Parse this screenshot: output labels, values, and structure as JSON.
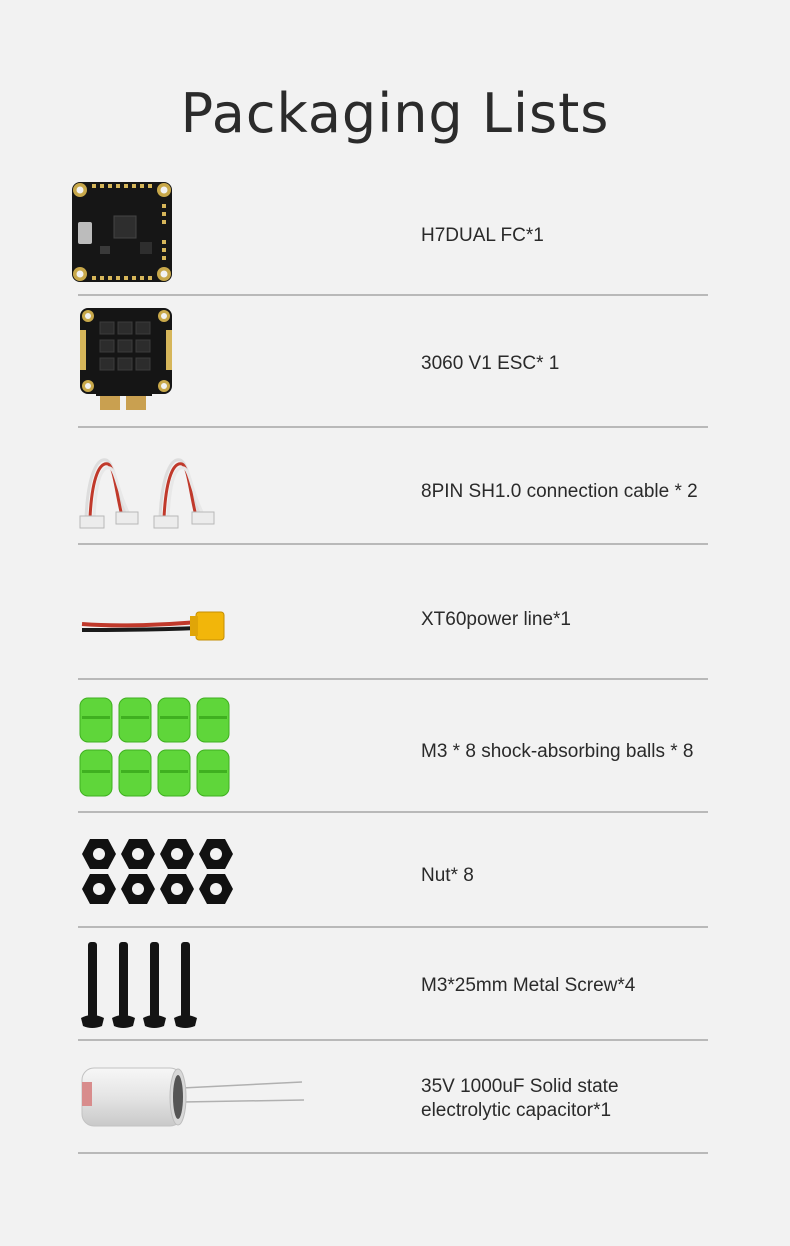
{
  "page": {
    "title": "Packaging Lists"
  },
  "items": [
    {
      "label": "H7DUAL FC*1",
      "icon": "flight-controller-board-icon"
    },
    {
      "label": "3060 V1 ESC* 1",
      "icon": "esc-board-icon"
    },
    {
      "label": "8PIN SH1.0 connection cable * 2",
      "icon": "cable-icon"
    },
    {
      "label": "XT60power line*1",
      "icon": "xt60-power-line-icon"
    },
    {
      "label": "M3 * 8 shock-absorbing balls * 8",
      "icon": "shock-absorbing-balls-icon"
    },
    {
      "label": "Nut* 8",
      "icon": "nuts-icon"
    },
    {
      "label": "M3*25mm Metal Screw*4",
      "icon": "screws-icon"
    },
    {
      "label": "35V 1000uF Solid state\nelectrolytic capacitor*1",
      "icon": "capacitor-icon"
    }
  ],
  "colors": {
    "background": "#f2f2f2",
    "divider": "#b9b9b9",
    "rubber_green": "#5fd63a",
    "connector_yellow": "#f2b60a"
  }
}
